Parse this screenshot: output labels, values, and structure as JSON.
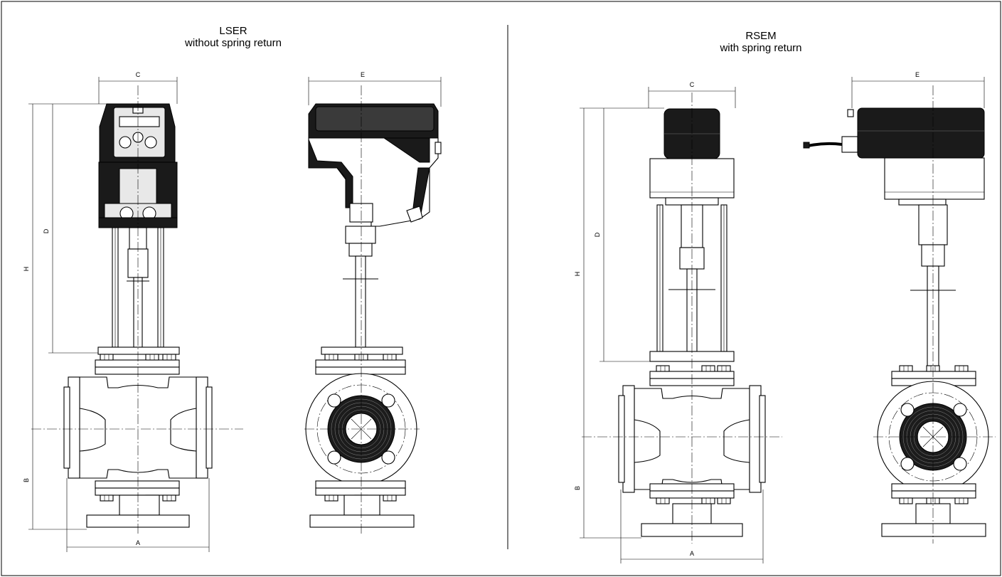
{
  "left_panel": {
    "title_line1": "LSER",
    "title_line2": "without spring return",
    "dims": {
      "A": "A",
      "B": "B",
      "C": "C",
      "D": "D",
      "E": "E",
      "H": "H"
    }
  },
  "right_panel": {
    "title_line1": "RSEM",
    "title_line2": "with spring return",
    "dims": {
      "A": "A",
      "B": "B",
      "C": "C",
      "D": "D",
      "E": "E",
      "H": "H"
    }
  }
}
